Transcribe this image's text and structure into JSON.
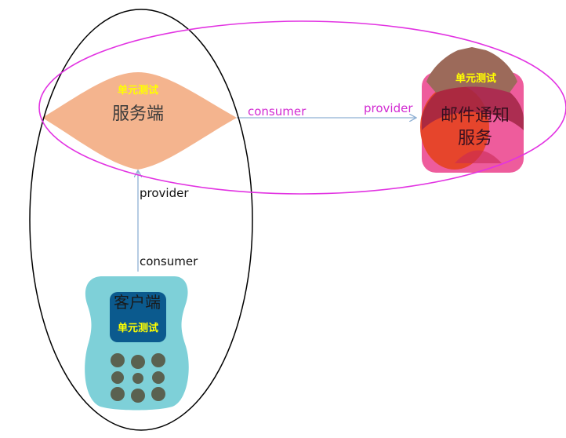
{
  "server": {
    "unit_test_label": "单元测试",
    "title": "服务端"
  },
  "client": {
    "title": "客户端",
    "unit_test_label": "单元测试"
  },
  "mail_service": {
    "unit_test_label": "单元测试",
    "title_line1": "邮件通知",
    "title_line2": "服务"
  },
  "edges": {
    "client_to_server_consumer": "consumer",
    "client_to_server_provider": "provider",
    "server_to_mail_consumer": "consumer",
    "server_to_mail_provider": "provider"
  },
  "colors": {
    "server_fill": "#F4B48E",
    "unit_test_text": "#FFFF00",
    "client_body": "#7ED0D8",
    "client_screen": "#0B5A8E",
    "client_buttons": "#5A6150",
    "mail_pink": "#EE5C9C",
    "mail_red": "#E6452C",
    "mail_brown": "#9C6A5A",
    "mail_dark": "#A02444",
    "magenta_ellipse": "#E233E2",
    "black_ellipse": "#000000",
    "arrow": "#8FB0D4",
    "edge_label_magenta": "#D22BD2"
  }
}
